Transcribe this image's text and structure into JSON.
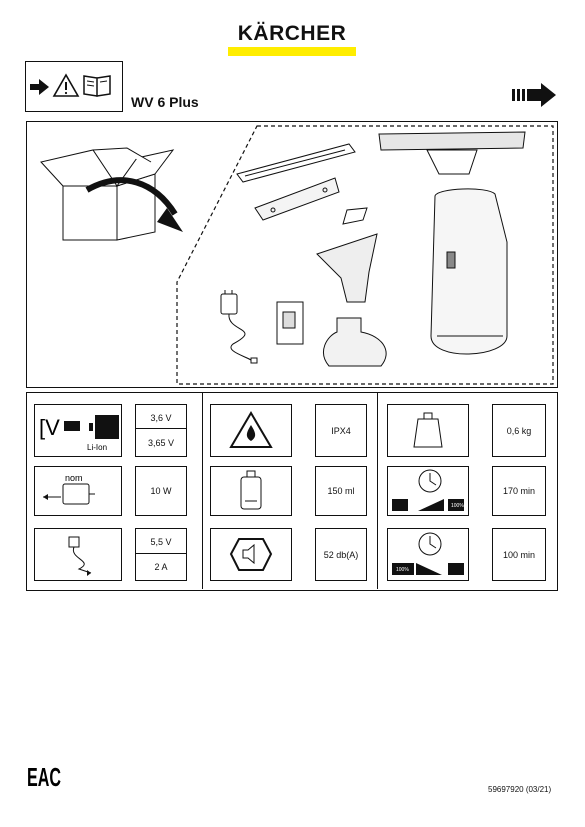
{
  "brand": "KÄRCHER",
  "brand_color": "#ffed00",
  "header": {
    "model": "WV 6 Plus"
  },
  "icons": {
    "read_first": [
      "arrow-icon",
      "warning-triangle-icon",
      "manual-book-icon"
    ],
    "next_page": "next-arrow-icon"
  },
  "specs": {
    "battery": {
      "icon": "battery-voltage-icon",
      "icon_label": "Li-Ion",
      "values": [
        "3,6 V",
        "3,65 V"
      ]
    },
    "power": {
      "icon": "motor-icon",
      "icon_label": "nom",
      "value": "10 W"
    },
    "charger": {
      "icon": "charger-icon",
      "values": [
        "5,5 V",
        "2 A"
      ]
    },
    "protection": {
      "icon": "water-drop-warning-icon",
      "value": "IPX4"
    },
    "tank": {
      "icon": "tank-icon",
      "value": "150 ml"
    },
    "noise": {
      "icon": "speaker-icon",
      "value": "52 db(A)"
    },
    "weight": {
      "icon": "weight-icon",
      "value": "0,6 kg"
    },
    "runtime": {
      "icon": "clock-battery-icon",
      "value": "170 min",
      "percent": "100%"
    },
    "charge_time": {
      "icon": "clock-charging-icon",
      "value": "100 min",
      "percent": "100%"
    }
  },
  "footer": {
    "doc_number": "59697920 (03/21)",
    "mark": "EAC"
  }
}
